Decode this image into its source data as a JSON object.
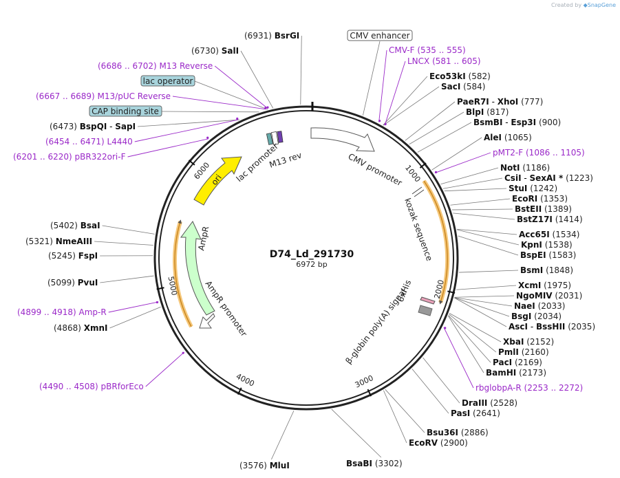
{
  "watermark": {
    "created_by": "Created by",
    "brand": "SnapGene"
  },
  "plasmid": {
    "name": "D74_Ld_291730",
    "length_label": "6972 bp",
    "length": 6972
  },
  "colors": {
    "primer": "#9a28c8",
    "promoter": "#ffffff",
    "ori": "#ffee00",
    "ampr": "#ccffcc",
    "orf_highlight": "#f5a623",
    "box_fill": "#a8d4dc",
    "misc": "#999999"
  },
  "tick_labels": [
    "1000",
    "2000",
    "3000",
    "4000",
    "5000",
    "6000"
  ],
  "sites": [
    {
      "name": "BsrGI",
      "pos": "(6931)",
      "side": "left"
    },
    {
      "name": "SalI",
      "pos": "(6730)",
      "side": "left"
    },
    {
      "name": "Eco53kI",
      "pos": "(582)",
      "side": "right"
    },
    {
      "name": "SacI",
      "pos": "(584)",
      "side": "right"
    },
    {
      "name": "PaeR7I",
      "name2": "XhoI",
      "pos": "(777)",
      "side": "right"
    },
    {
      "name": "BlpI",
      "pos": "(817)",
      "side": "right"
    },
    {
      "name": "BsmBI",
      "name2": "Esp3I",
      "pos": "(900)",
      "side": "right"
    },
    {
      "name": "AleI",
      "pos": "(1065)",
      "side": "right"
    },
    {
      "name": "NotI",
      "pos": "(1186)",
      "side": "right"
    },
    {
      "name": "CsiI",
      "name2": "SexAI *",
      "pos": "(1223)",
      "side": "right"
    },
    {
      "name": "StuI",
      "pos": "(1242)",
      "side": "right"
    },
    {
      "name": "EcoRI",
      "pos": "(1353)",
      "side": "right"
    },
    {
      "name": "BstEII",
      "pos": "(1389)",
      "side": "right"
    },
    {
      "name": "BstZ17I",
      "pos": "(1414)",
      "side": "right"
    },
    {
      "name": "Acc65I",
      "pos": "(1534)",
      "side": "right"
    },
    {
      "name": "KpnI",
      "pos": "(1538)",
      "side": "right"
    },
    {
      "name": "BspEI",
      "pos": "(1583)",
      "side": "right"
    },
    {
      "name": "BsmI",
      "pos": "(1848)",
      "side": "right"
    },
    {
      "name": "XcmI",
      "pos": "(1975)",
      "side": "right"
    },
    {
      "name": "NgoMIV",
      "pos": "(2031)",
      "side": "right"
    },
    {
      "name": "NaeI",
      "pos": "(2033)",
      "side": "right"
    },
    {
      "name": "BsgI",
      "pos": "(2034)",
      "side": "right"
    },
    {
      "name": "AscI",
      "name2": "BssHII",
      "pos": "(2035)",
      "side": "right"
    },
    {
      "name": "XbaI",
      "pos": "(2152)",
      "side": "right"
    },
    {
      "name": "PmlI",
      "pos": "(2160)",
      "side": "right"
    },
    {
      "name": "PacI",
      "pos": "(2169)",
      "side": "right"
    },
    {
      "name": "BamHI",
      "pos": "(2173)",
      "side": "right"
    },
    {
      "name": "DraIII",
      "pos": "(2528)",
      "side": "right"
    },
    {
      "name": "PasI",
      "pos": "(2641)",
      "side": "right"
    },
    {
      "name": "Bsu36I",
      "pos": "(2886)",
      "side": "right"
    },
    {
      "name": "EcoRV",
      "pos": "(2900)",
      "side": "right"
    },
    {
      "name": "BsaBI",
      "pos": "(3302)",
      "side": "right"
    },
    {
      "name": "MluI",
      "pos": "(3576)",
      "side": "left"
    },
    {
      "name": "XmnI",
      "pos": "(4868)",
      "side": "left"
    },
    {
      "name": "PvuI",
      "pos": "(5099)",
      "side": "left"
    },
    {
      "name": "FspI",
      "pos": "(5245)",
      "side": "left"
    },
    {
      "name": "NmeAIII",
      "pos": "(5321)",
      "side": "left"
    },
    {
      "name": "BsaI",
      "pos": "(5402)",
      "side": "left"
    },
    {
      "name": "BspQI",
      "name2": "SapI",
      "pos": "(6473)",
      "side": "left"
    }
  ],
  "primers": [
    {
      "name": "M13 Reverse",
      "pos": "(6686 .. 6702)",
      "side": "left"
    },
    {
      "name": "M13/pUC Reverse",
      "pos": "(6667 .. 6689)",
      "side": "left"
    },
    {
      "name": "L4440",
      "pos": "(6454 .. 6471)",
      "side": "left"
    },
    {
      "name": "pBR322ori-F",
      "pos": "(6201 .. 6220)",
      "side": "left"
    },
    {
      "name": "CMV-F",
      "pos": "(535 .. 555)",
      "side": "right"
    },
    {
      "name": "LNCX",
      "pos": "(581 .. 605)",
      "side": "right"
    },
    {
      "name": "pMT2-F",
      "pos": "(1086 .. 1105)",
      "side": "right"
    },
    {
      "name": "rbglobpA-R",
      "pos": "(2253 .. 2272)",
      "side": "right"
    },
    {
      "name": "Amp-R",
      "pos": "(4899 .. 4918)",
      "side": "left"
    },
    {
      "name": "pBRforEco",
      "pos": "(4490 .. 4508)",
      "side": "left"
    }
  ],
  "boxed_features": [
    {
      "name": "CMV enhancer",
      "style": "white"
    },
    {
      "name": "lac operator",
      "style": "blue"
    },
    {
      "name": "CAP binding site",
      "style": "blue"
    }
  ],
  "features": [
    {
      "name": "CMV promoter",
      "type": "promoter"
    },
    {
      "name": "kozak sequence",
      "type": "misc"
    },
    {
      "name": "6xHis",
      "type": "tag"
    },
    {
      "name": "β-globin poly(A) signal",
      "type": "polyA"
    },
    {
      "name": "AmpR promoter",
      "type": "promoter"
    },
    {
      "name": "AmpR",
      "type": "cds"
    },
    {
      "name": "ori",
      "type": "ori"
    },
    {
      "name": "lac promoter",
      "type": "promoter"
    },
    {
      "name": "M13 rev",
      "type": "primer_bind"
    }
  ]
}
